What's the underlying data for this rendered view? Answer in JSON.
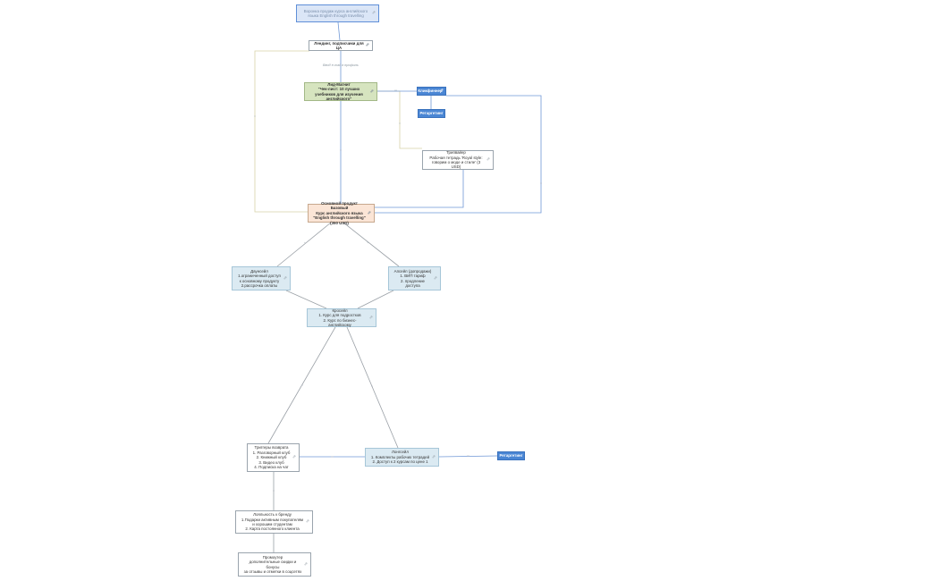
{
  "nodes": {
    "title": "Воронка продаж курса английского языка English through travelling",
    "lead_source": "Лендинг, подписчики для ЦА",
    "lead_magnet": "Лид-Магнит\n\"Чек-лист: 10 лучших учебников для изучения английского\"",
    "clickfunnel": "Кликфиннер",
    "retargeting_top": "Ретаргетинг",
    "tripwire": "Трипвайер\nРабочая тетрадь 'Royal style: говорим о моде и стиле' (3 USD)",
    "core_product": "Основной продукт Базовый\nКурс английского языка \"English through travelling\" (350 USD)",
    "downsell": "Даунсейл\n1.ограниченный доступ к основному продукту\n2.рассрочка оплаты",
    "upsell": "Апсейл (допродажи)\n1. ВИП тариф\n2. продление доступа",
    "crosssell": "Кросейл\n1. Курс для подростков\n2. Курс по бизнес-английскому",
    "warmup": "Триггеры возврата\n1. Разговорный клуб\n2. Книжный клуб\n3. Видео клуб\n4. Подписка на чат",
    "longsale": "Лонгсейл\n1. Комплекты рабочих тетрадей\n2. Доступ к 2 курсам по цене 1",
    "retargeting_bottom": "Ретаргетинг",
    "loyalty": "Лояльность к бренду\n1.Подарки активным покупателям и хорошим студентам\n2. Карта постоянного клиента",
    "promo": "Промоутер\nдополнительные скидки и бонусы\nза отзывы и отметки в соцсетях"
  },
  "edge_labels": {
    "lead_to_magnet": "Ввод e-mail в профиль"
  },
  "icons": {
    "node_action": "link-icon"
  },
  "colors": {
    "blue_line": "#6f97d6",
    "grey_line": "#9aa0a6",
    "beige_line": "#d8d2a8",
    "chip_blue": "#4a86d4"
  }
}
